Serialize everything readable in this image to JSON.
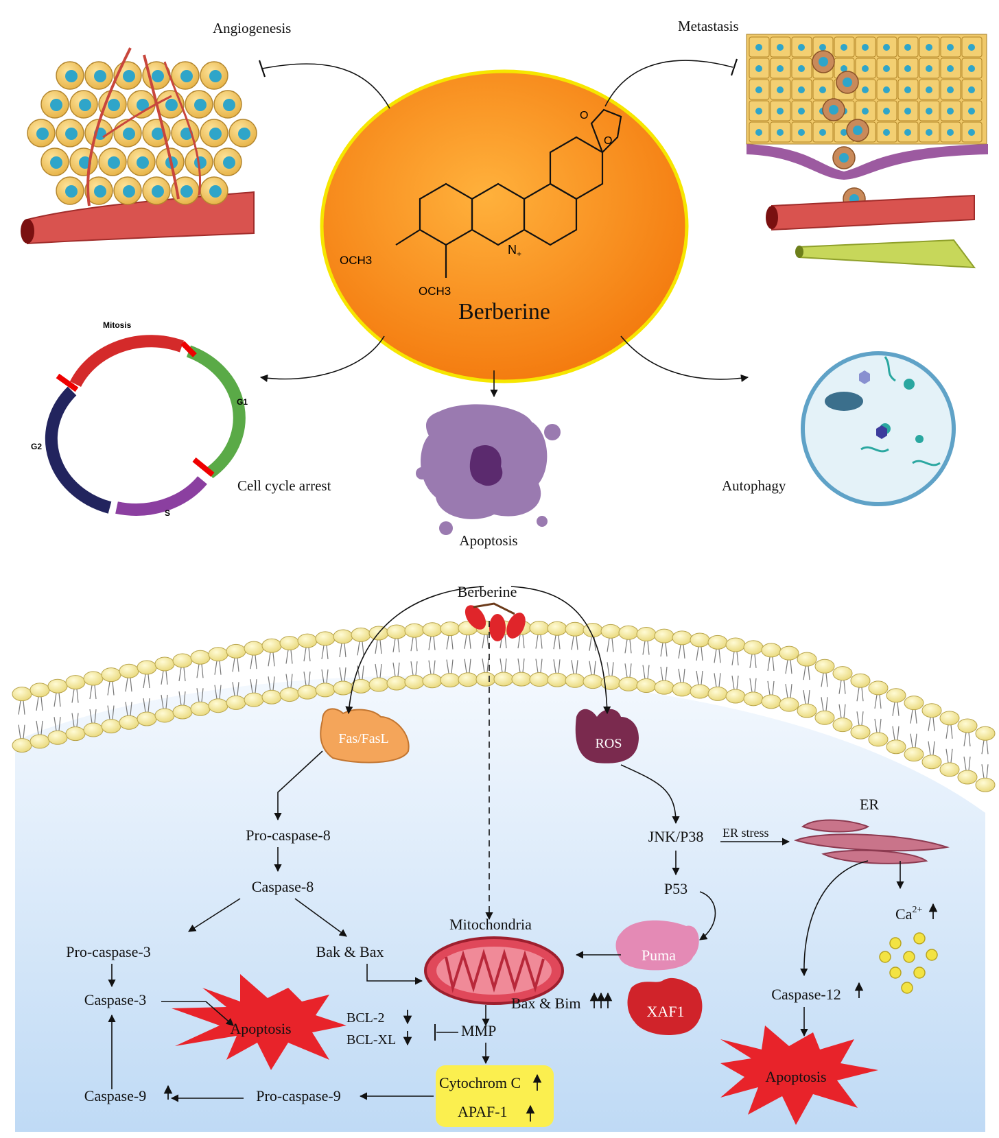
{
  "top": {
    "center_label": "Berberine",
    "och3_a": "OCH3",
    "och3_b": "OCH3",
    "effects": {
      "angiogenesis": "Angiogenesis",
      "metastasis": "Metastasis",
      "cell_cycle_arrest": "Cell cycle arrest",
      "apoptosis": "Apoptosis",
      "autophagy": "Autophagy"
    },
    "cell_cycle": {
      "mitosis": "Mitosis",
      "g1": "G1",
      "g2": "G2",
      "s": "S"
    }
  },
  "bottom": {
    "berberine": "Berberine",
    "fas": "Fas/FasL",
    "ros": "ROS",
    "pro_caspase_8": "Pro-caspase-8",
    "caspase_8": "Caspase-8",
    "pro_caspase_3": "Pro-caspase-3",
    "caspase_3": "Caspase-3",
    "bak_bax": "Bak & Bax",
    "mitochondria": "Mitochondria",
    "bcl2": "BCL-2",
    "bclxl": "BCL-XL",
    "mmp": "MMP",
    "bax_bim": "Bax & Bim",
    "cytochrom_c": "Cytochrom C",
    "apaf1": "APAF-1",
    "pro_caspase_9": "Pro-caspase-9",
    "caspase_9": "Caspase-9",
    "apoptosis_left": "Apoptosis",
    "jnk": "JNK/P38",
    "er_stress": "ER stress",
    "er": "ER",
    "p53": "P53",
    "puma": "Puma",
    "xaf1": "XAF1",
    "ca": "Ca",
    "ca_sup": "2+",
    "caspase_12": "Caspase-12",
    "apoptosis_right": "Apoptosis"
  },
  "colors": {
    "berberine_fill": "#f7941d",
    "berberine_rim": "#f6e600",
    "cytoplasm_top": "#f4f8fd",
    "cytoplasm_bottom": "#c9e0f7",
    "lipid_head": "#f3e79a",
    "fas": "#f4a55a",
    "ros": "#7a2a4e",
    "puma": "#e48ab5",
    "xaf1": "#d0232a",
    "apoptosis_star": "#e8232a",
    "cytochrome_box": "#fbef4f",
    "mitochondria": "#e0485a",
    "er": "#c9748a"
  }
}
